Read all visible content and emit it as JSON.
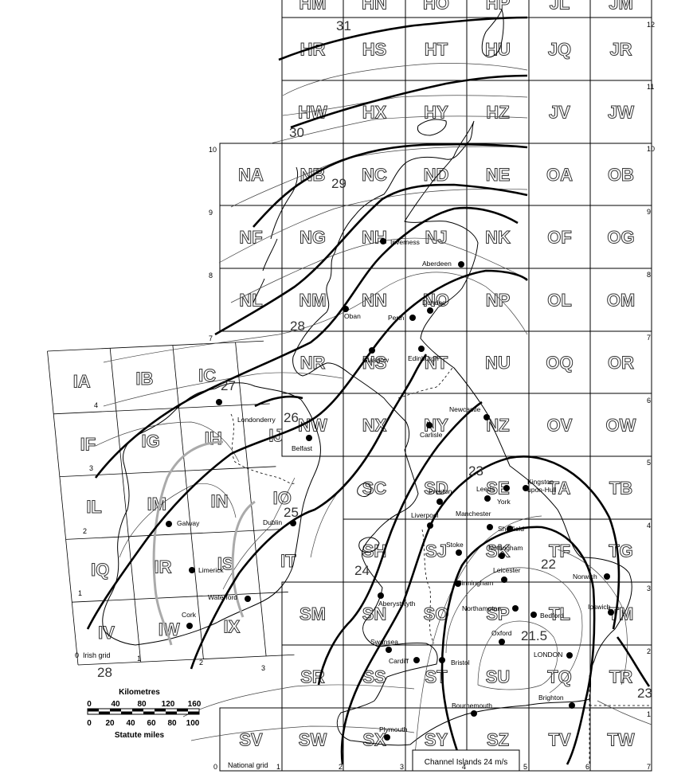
{
  "gb_squares": [
    {
      "code": "HM",
      "c": 1,
      "r": 0
    },
    {
      "code": "HN",
      "c": 2,
      "r": 0
    },
    {
      "code": "HO",
      "c": 3,
      "r": 0
    },
    {
      "code": "HP",
      "c": 4,
      "r": 0
    },
    {
      "code": "JL",
      "c": 5,
      "r": 0
    },
    {
      "code": "JM",
      "c": 6,
      "r": 0
    },
    {
      "code": "HR",
      "c": 1,
      "r": 1
    },
    {
      "code": "HS",
      "c": 2,
      "r": 1
    },
    {
      "code": "HT",
      "c": 3,
      "r": 1
    },
    {
      "code": "HU",
      "c": 4,
      "r": 1
    },
    {
      "code": "JQ",
      "c": 5,
      "r": 1
    },
    {
      "code": "JR",
      "c": 6,
      "r": 1
    },
    {
      "code": "HW",
      "c": 1,
      "r": 2
    },
    {
      "code": "HX",
      "c": 2,
      "r": 2
    },
    {
      "code": "HY",
      "c": 3,
      "r": 2
    },
    {
      "code": "HZ",
      "c": 4,
      "r": 2
    },
    {
      "code": "JV",
      "c": 5,
      "r": 2
    },
    {
      "code": "JW",
      "c": 6,
      "r": 2
    },
    {
      "code": "NA",
      "c": 0,
      "r": 3
    },
    {
      "code": "NB",
      "c": 1,
      "r": 3
    },
    {
      "code": "NC",
      "c": 2,
      "r": 3
    },
    {
      "code": "ND",
      "c": 3,
      "r": 3
    },
    {
      "code": "NE",
      "c": 4,
      "r": 3
    },
    {
      "code": "OA",
      "c": 5,
      "r": 3
    },
    {
      "code": "OB",
      "c": 6,
      "r": 3
    },
    {
      "code": "NF",
      "c": 0,
      "r": 4
    },
    {
      "code": "NG",
      "c": 1,
      "r": 4
    },
    {
      "code": "NH",
      "c": 2,
      "r": 4
    },
    {
      "code": "NJ",
      "c": 3,
      "r": 4
    },
    {
      "code": "NK",
      "c": 4,
      "r": 4
    },
    {
      "code": "OF",
      "c": 5,
      "r": 4
    },
    {
      "code": "OG",
      "c": 6,
      "r": 4
    },
    {
      "code": "NL",
      "c": 0,
      "r": 5
    },
    {
      "code": "NM",
      "c": 1,
      "r": 5
    },
    {
      "code": "NN",
      "c": 2,
      "r": 5
    },
    {
      "code": "NO",
      "c": 3,
      "r": 5
    },
    {
      "code": "NP",
      "c": 4,
      "r": 5
    },
    {
      "code": "OL",
      "c": 5,
      "r": 5
    },
    {
      "code": "OM",
      "c": 6,
      "r": 5
    },
    {
      "code": "NR",
      "c": 1,
      "r": 6
    },
    {
      "code": "NS",
      "c": 2,
      "r": 6
    },
    {
      "code": "NT",
      "c": 3,
      "r": 6
    },
    {
      "code": "NU",
      "c": 4,
      "r": 6
    },
    {
      "code": "OQ",
      "c": 5,
      "r": 6
    },
    {
      "code": "OR",
      "c": 6,
      "r": 6
    },
    {
      "code": "NW",
      "c": 1,
      "r": 7
    },
    {
      "code": "NX",
      "c": 2,
      "r": 7
    },
    {
      "code": "NY",
      "c": 3,
      "r": 7
    },
    {
      "code": "NZ",
      "c": 4,
      "r": 7
    },
    {
      "code": "OV",
      "c": 5,
      "r": 7
    },
    {
      "code": "OW",
      "c": 6,
      "r": 7
    },
    {
      "code": "SC",
      "c": 2,
      "r": 8
    },
    {
      "code": "SD",
      "c": 3,
      "r": 8
    },
    {
      "code": "SE",
      "c": 4,
      "r": 8
    },
    {
      "code": "TA",
      "c": 5,
      "r": 8
    },
    {
      "code": "TB",
      "c": 6,
      "r": 8
    },
    {
      "code": "SH",
      "c": 2,
      "r": 9
    },
    {
      "code": "SJ",
      "c": 3,
      "r": 9
    },
    {
      "code": "SK",
      "c": 4,
      "r": 9
    },
    {
      "code": "TF",
      "c": 5,
      "r": 9
    },
    {
      "code": "TG",
      "c": 6,
      "r": 9
    },
    {
      "code": "SM",
      "c": 1,
      "r": 10
    },
    {
      "code": "SN",
      "c": 2,
      "r": 10
    },
    {
      "code": "SO",
      "c": 3,
      "r": 10
    },
    {
      "code": "SP",
      "c": 4,
      "r": 10
    },
    {
      "code": "TL",
      "c": 5,
      "r": 10
    },
    {
      "code": "TM",
      "c": 6,
      "r": 10
    },
    {
      "code": "SR",
      "c": 1,
      "r": 11
    },
    {
      "code": "SS",
      "c": 2,
      "r": 11
    },
    {
      "code": "ST",
      "c": 3,
      "r": 11
    },
    {
      "code": "SU",
      "c": 4,
      "r": 11
    },
    {
      "code": "TQ",
      "c": 5,
      "r": 11
    },
    {
      "code": "TR",
      "c": 6,
      "r": 11
    },
    {
      "code": "SV",
      "c": 0,
      "r": 12
    },
    {
      "code": "SW",
      "c": 1,
      "r": 12
    },
    {
      "code": "SX",
      "c": 2,
      "r": 12
    },
    {
      "code": "SY",
      "c": 3,
      "r": 12
    },
    {
      "code": "SZ",
      "c": 4,
      "r": 12
    },
    {
      "code": "TV",
      "c": 5,
      "r": 12
    },
    {
      "code": "TW",
      "c": 6,
      "r": 12
    }
  ],
  "ie_squares": [
    "IA",
    "IB",
    "IC",
    "IF",
    "IG",
    "IH",
    "IJ",
    "IL",
    "IM",
    "IN",
    "IO",
    "IQ",
    "IR",
    "IS",
    "IT",
    "IV",
    "IW",
    "IX"
  ],
  "gb_northings_right": [
    "12",
    "11",
    "10",
    "9",
    "8",
    "7",
    "6",
    "5",
    "4",
    "3",
    "2",
    "1"
  ],
  "gb_northings_left": [
    "10",
    "9",
    "8",
    "7"
  ],
  "gb_eastings_bottom": [
    "0",
    "1",
    "2",
    "3",
    "4",
    "5",
    "6",
    "7"
  ],
  "ie_northings": [
    "4",
    "3",
    "2",
    "1"
  ],
  "ie_eastings": [
    "0",
    "1",
    "2",
    "3"
  ],
  "cities": [
    {
      "name": "Inverness"
    },
    {
      "name": "Aberdeen"
    },
    {
      "name": "Dundee"
    },
    {
      "name": "Perth"
    },
    {
      "name": "Oban"
    },
    {
      "name": "Glasgow"
    },
    {
      "name": "Edinburgh"
    },
    {
      "name": "Newcastle"
    },
    {
      "name": "Carlisle"
    },
    {
      "name": "Londonderry"
    },
    {
      "name": "Belfast"
    },
    {
      "name": "Dublin"
    },
    {
      "name": "Galway"
    },
    {
      "name": "Limerick"
    },
    {
      "name": "Waterford"
    },
    {
      "name": "Cork"
    },
    {
      "name": "York"
    },
    {
      "name": "Kingston\nupon-Hull"
    },
    {
      "name": "Preston"
    },
    {
      "name": "Leeds"
    },
    {
      "name": "Liverpool"
    },
    {
      "name": "Manchester"
    },
    {
      "name": "Sheffield"
    },
    {
      "name": "Stoke"
    },
    {
      "name": "Nottingham"
    },
    {
      "name": "Leicester"
    },
    {
      "name": "Norwich"
    },
    {
      "name": "Birmingham"
    },
    {
      "name": "Aberystwyth"
    },
    {
      "name": "Northampton"
    },
    {
      "name": "Bedford"
    },
    {
      "name": "Ipswich"
    },
    {
      "name": "Oxford"
    },
    {
      "name": "Swansea"
    },
    {
      "name": "Cardiff"
    },
    {
      "name": "Bristol"
    },
    {
      "name": "LONDON"
    },
    {
      "name": "Bournemouth"
    },
    {
      "name": "Brighton"
    },
    {
      "name": "Plymouth"
    }
  ],
  "isotach_labels": [
    "31",
    "30",
    "29",
    "28",
    "27",
    "26",
    "25",
    "24",
    "23",
    "22",
    "21.5",
    "28",
    "23"
  ],
  "grid_labels": {
    "irish": "Irish grid",
    "national": "National grid"
  },
  "scale": {
    "km_title": "Kilometres",
    "km_ticks": [
      "0",
      "40",
      "80",
      "120",
      "160"
    ],
    "mi_ticks": [
      "0",
      "20",
      "40",
      "60",
      "80",
      "100"
    ],
    "mi_title": "Statute miles"
  },
  "channel_islands_note": "Channel Islands 24 m/s"
}
